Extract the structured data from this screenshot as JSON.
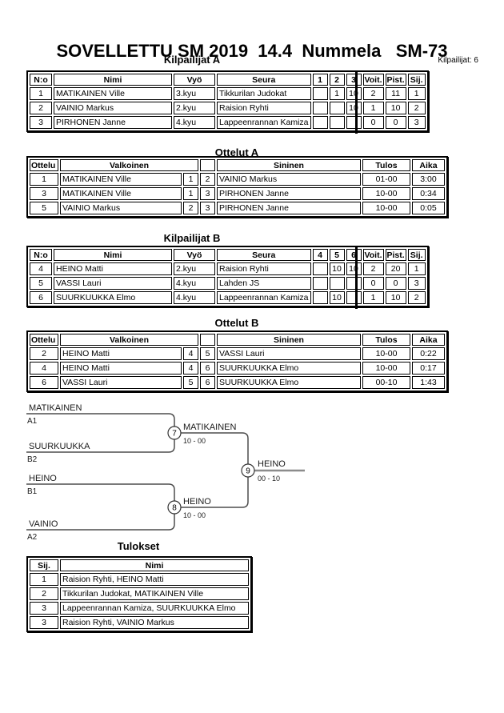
{
  "header": {
    "title": "SOVELLETTU SM 2019  14.4  Nummela   SM-73",
    "competitors_count_label": "Kilpailijat: 6"
  },
  "kilpA": {
    "label": "Kilpailijat A",
    "columns": [
      "N:o",
      "Nimi",
      "Vyö",
      "Seura",
      "1",
      "2",
      "3",
      "Voit.",
      "Pist.",
      "Sij."
    ],
    "rows": [
      [
        "1",
        "MATIKAINEN Ville",
        "3.kyu",
        "Tikkurilan Judokat",
        "",
        "1",
        "10",
        "2",
        "11",
        "1"
      ],
      [
        "2",
        "VAINIO Markus",
        "2.kyu",
        "Raision Ryhti",
        "",
        "",
        "10",
        "1",
        "10",
        "2"
      ],
      [
        "3",
        "PIRHONEN Janne",
        "4.kyu",
        "Lappeenrannan Kamiza",
        "",
        "",
        "",
        "0",
        "0",
        "3"
      ]
    ]
  },
  "ottA": {
    "label": "Ottelut A",
    "columns": [
      "Ottelu",
      "Valkoinen",
      "",
      "Sininen",
      "Tulos",
      "Aika"
    ],
    "rows": [
      [
        "1",
        "MATIKAINEN Ville",
        "1",
        "2",
        "VAINIO Markus",
        "01-00",
        "3:00"
      ],
      [
        "3",
        "MATIKAINEN Ville",
        "1",
        "3",
        "PIRHONEN Janne",
        "10-00",
        "0:34"
      ],
      [
        "5",
        "VAINIO Markus",
        "2",
        "3",
        "PIRHONEN Janne",
        "10-00",
        "0:05"
      ]
    ]
  },
  "kilpB": {
    "label": "Kilpailijat B",
    "columns": [
      "N:o",
      "Nimi",
      "Vyö",
      "Seura",
      "4",
      "5",
      "6",
      "Voit.",
      "Pist.",
      "Sij."
    ],
    "rows": [
      [
        "4",
        "HEINO Matti",
        "2.kyu",
        "Raision Ryhti",
        "",
        "10",
        "10",
        "2",
        "20",
        "1"
      ],
      [
        "5",
        "VASSI Lauri",
        "4.kyu",
        "Lahden JS",
        "",
        "",
        "",
        "0",
        "0",
        "3"
      ],
      [
        "6",
        "SUURKUUKKA Elmo",
        "4.kyu",
        "Lappeenrannan Kamiza",
        "",
        "10",
        "",
        "1",
        "10",
        "2"
      ]
    ]
  },
  "ottB": {
    "label": "Ottelut B",
    "columns": [
      "Ottelu",
      "Valkoinen",
      "",
      "Sininen",
      "Tulos",
      "Aika"
    ],
    "rows": [
      [
        "2",
        "HEINO Matti",
        "4",
        "5",
        "VASSI Lauri",
        "10-00",
        "0:22"
      ],
      [
        "4",
        "HEINO Matti",
        "4",
        "6",
        "SUURKUUKKA Elmo",
        "10-00",
        "0:17"
      ],
      [
        "6",
        "VASSI Lauri",
        "5",
        "6",
        "SUURKUUKKA Elmo",
        "00-10",
        "1:43"
      ]
    ]
  },
  "tulokset": {
    "label": "Tulokset",
    "columns": [
      "Sij.",
      "Nimi"
    ],
    "rows": [
      [
        "1",
        "Raision Ryhti, HEINO Matti"
      ],
      [
        "2",
        "Tikkurilan Judokat, MATIKAINEN Ville"
      ],
      [
        "3",
        "Lappeenrannan Kamiza, SUURKUUKKA Elmo"
      ],
      [
        "3",
        "Raision Ryhti, VAINIO Markus"
      ]
    ]
  },
  "bracket": {
    "slots": [
      {
        "name": "MATIKAINEN",
        "seed": "A1"
      },
      {
        "name": "SUURKUUKKA",
        "seed": "B2"
      },
      {
        "name": "HEINO",
        "seed": "B1"
      },
      {
        "name": "VAINIO",
        "seed": "A2"
      }
    ],
    "matches": [
      {
        "num": "7",
        "winner": "MATIKAINEN",
        "score": "10 - 00"
      },
      {
        "num": "8",
        "winner": "HEINO",
        "score": "10 - 00"
      },
      {
        "num": "9",
        "winner": "HEINO",
        "score": "00 - 10"
      }
    ]
  },
  "colors": {
    "line": "#4d4d4d",
    "winner_line": "#8c8c8c",
    "border": "#000000"
  }
}
